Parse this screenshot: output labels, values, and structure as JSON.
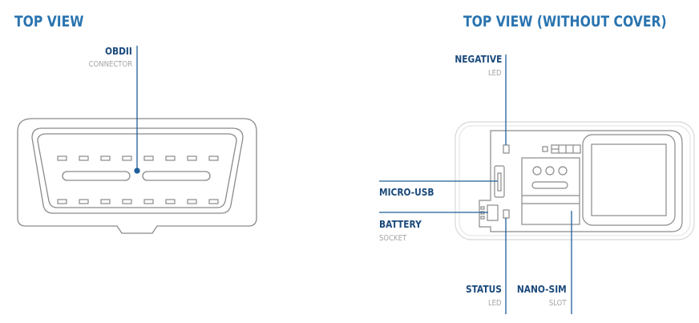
{
  "left_panel": {
    "title": "TOP VIEW",
    "callouts": {
      "obdii": {
        "label": "OBDII",
        "sub": "CONNECTOR"
      }
    }
  },
  "right_panel": {
    "title": "TOP VIEW (WITHOUT COVER)",
    "callouts": {
      "negative": {
        "label": "NEGATIVE",
        "sub": "LED"
      },
      "micro_usb": {
        "label": "MICRO-USB"
      },
      "battery": {
        "label": "BATTERY",
        "sub": "SOCKET"
      },
      "status": {
        "label": "STATUS",
        "sub": "LED"
      },
      "nano_sim": {
        "label": "NANO-SIM",
        "sub": "SLOT"
      }
    }
  },
  "colors": {
    "heading": "#2a74b0",
    "label": "#1b4a7c",
    "leader": "#1f5f9c",
    "outline": "#8a8a8a"
  }
}
